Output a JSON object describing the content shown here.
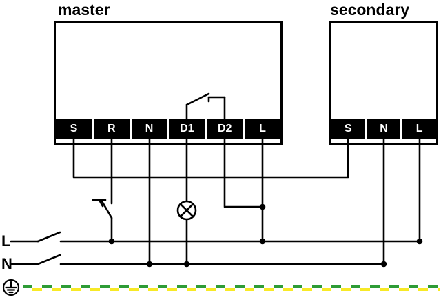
{
  "master": {
    "label": "master",
    "terminals": [
      "S",
      "R",
      "N",
      "D1",
      "D2",
      "L"
    ]
  },
  "secondary": {
    "label": "secondary",
    "terminals": [
      "S",
      "N",
      "L"
    ]
  },
  "supply": {
    "line_label": "L",
    "neutral_label": "N"
  },
  "icons": {
    "lamp": "lamp-icon",
    "push_button": "push-button-icon",
    "relay_contact": "relay-contact-icon",
    "earth": "earth-icon",
    "line_switch": "disconnect-switch-icon",
    "neutral_switch": "disconnect-switch-icon",
    "junction": "junction-dot"
  },
  "colors": {
    "wire": "#000000",
    "terminal_background": "#000000",
    "terminal_text": "#ffffff",
    "pe_green": "#2e9c36",
    "pe_yellow": "#f7e926",
    "background": "#ffffff"
  }
}
